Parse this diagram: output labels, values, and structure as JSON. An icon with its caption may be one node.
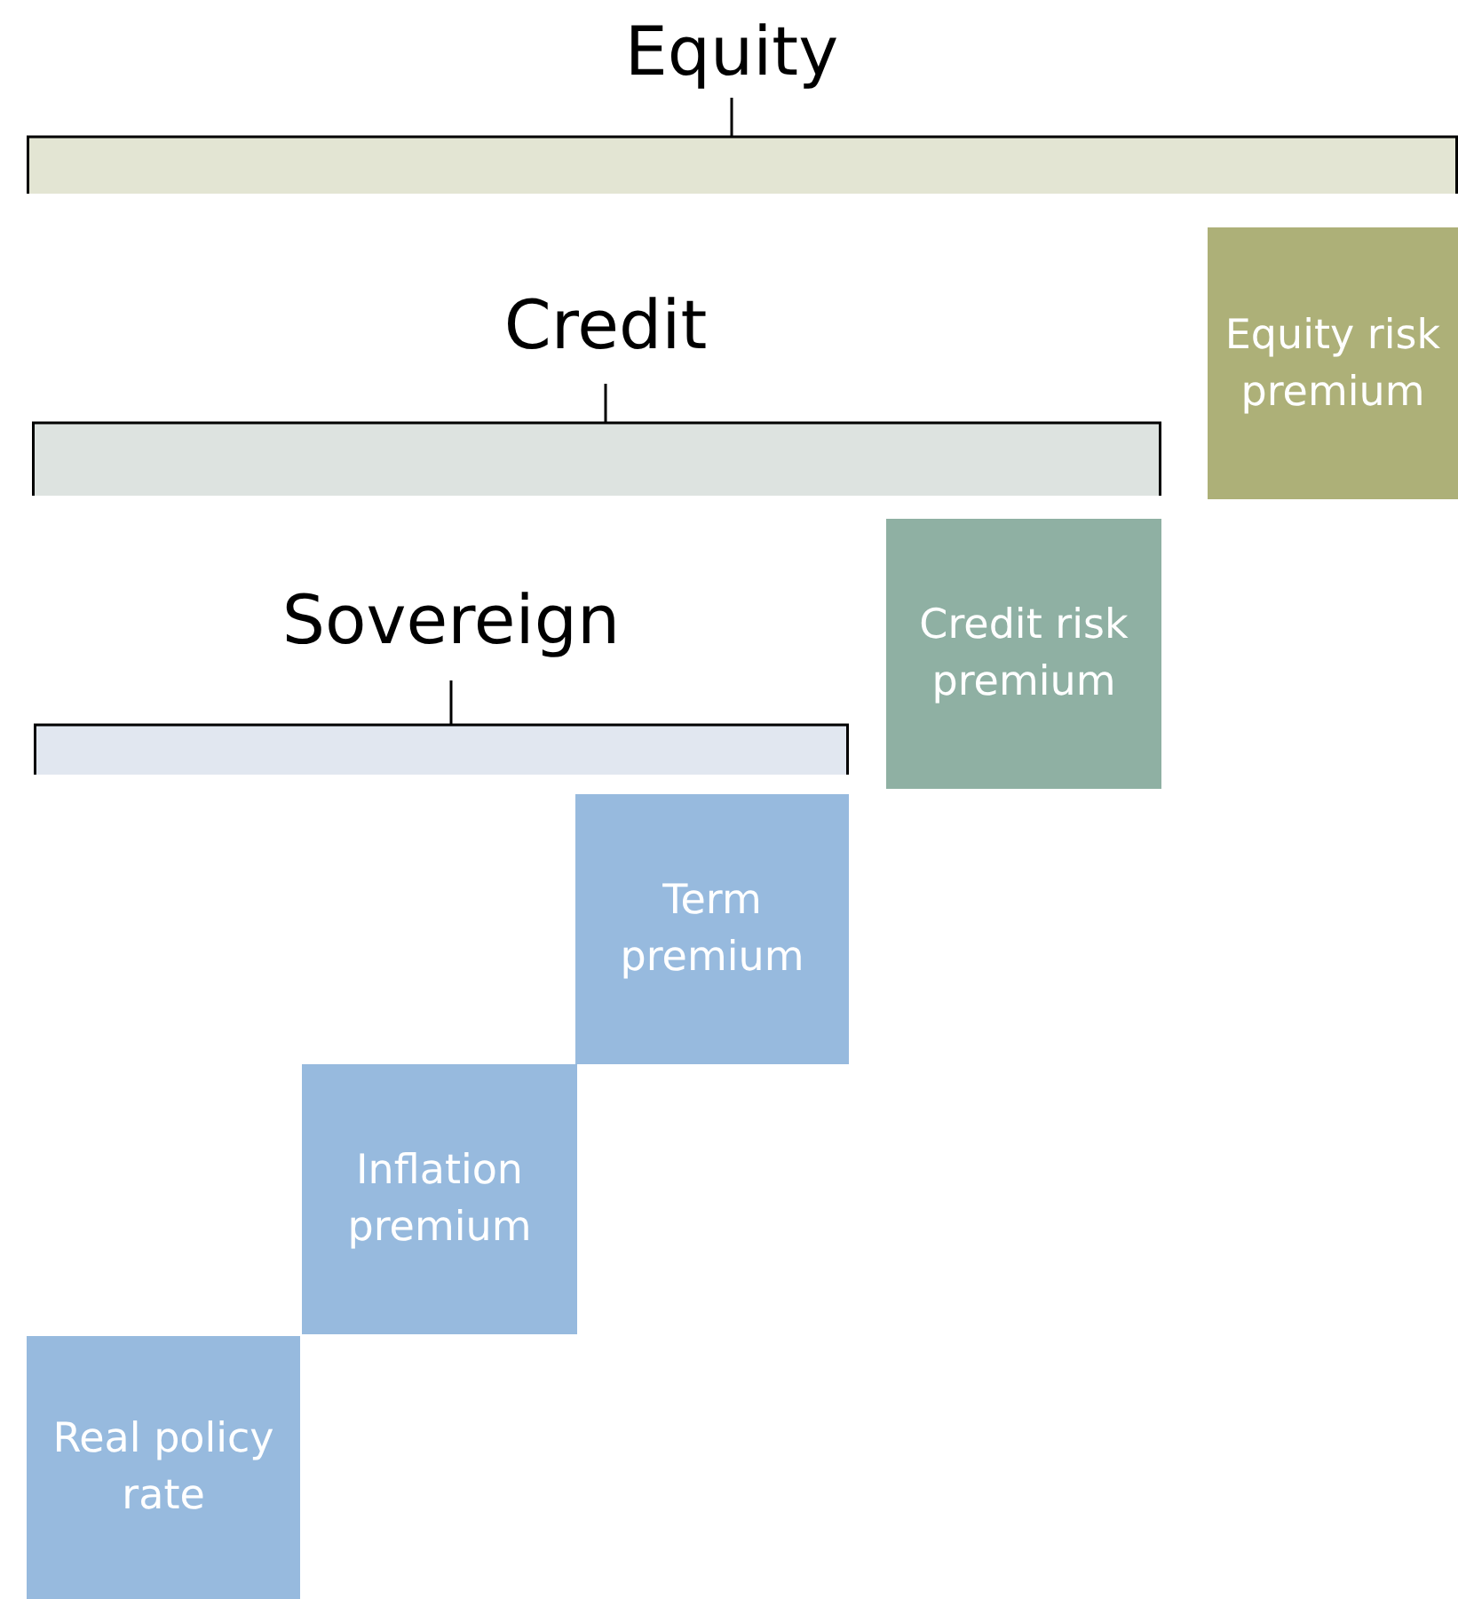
{
  "diagram": {
    "nodes": [
      {
        "text": [
          "Equity"
        ]
      },
      {
        "text": [
          "Credit"
        ]
      },
      {
        "text": [
          "Sovereign"
        ]
      },
      {
        "text": [
          "Equity risk premium"
        ]
      },
      {
        "text": [
          "Credit risk premium"
        ]
      },
      {
        "text": [
          "Term premium"
        ]
      },
      {
        "text": [
          "Inflation premium"
        ]
      },
      {
        "text": [
          "Real policy rate"
        ]
      }
    ]
  }
}
